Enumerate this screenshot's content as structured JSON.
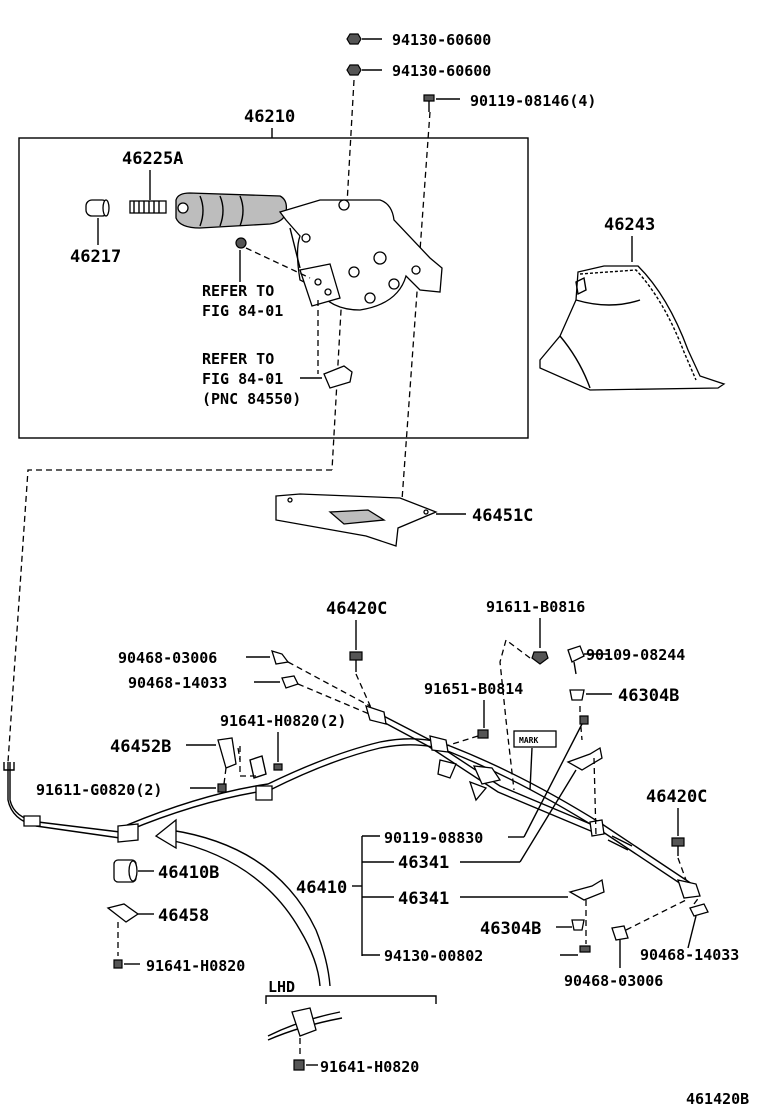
{
  "labels": {
    "l94130_60600_a": "94130-60600",
    "l94130_60600_b": "94130-60600",
    "l90119_08146": "90119-08146(4)",
    "l46210": "46210",
    "l46225A": "46225A",
    "l46217": "46217",
    "l46243": "46243",
    "refer1_line1": "REFER TO",
    "refer1_line2": "FIG 84-01",
    "refer2_line1": "REFER TO",
    "refer2_line2": "FIG 84-01",
    "refer2_line3": "(PNC 84550)",
    "l46451C": "46451C",
    "l46420C_top": "46420C",
    "l91611_B0816": "91611-B0816",
    "l90468_03006_top": "90468-03006",
    "l90109_08244": "90109-08244",
    "l90468_14033_top": "90468-14033",
    "l91651_B0814": "91651-B0814",
    "l46304B_top": "46304B",
    "l91641_H0820_2": "91641-H0820(2)",
    "l46452B": "46452B",
    "mark": "MARK",
    "l91611_G0820_2": "91611-G0820(2)",
    "l46420C_right": "46420C",
    "l90119_08830": "90119-08830",
    "l46341_a": "46341",
    "l46410": "46410",
    "l46341_b": "46341",
    "l46304B_bot": "46304B",
    "l94130_00802": "94130-00802",
    "l90468_14033_bot": "90468-14033",
    "l90468_03006_bot": "90468-03006",
    "l46410B": "46410B",
    "l46458": "46458",
    "l91641_H0820_a": "91641-H0820",
    "lhd": "LHD",
    "l91641_H0820_b": "91641-H0820",
    "figure_code": "461420B"
  }
}
